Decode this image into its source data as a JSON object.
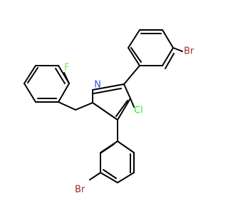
{
  "structure": {
    "atoms": {
      "F": {
        "text": "F",
        "color": "#90E050"
      },
      "Cl": {
        "text": "Cl",
        "color": "#1FF01F"
      },
      "N": {
        "text": "N",
        "color": "#3050F8"
      },
      "Br_top": {
        "text": "Br",
        "color": "#A62929"
      },
      "Br_bottom": {
        "text": "Br",
        "color": "#A62929"
      }
    }
  }
}
